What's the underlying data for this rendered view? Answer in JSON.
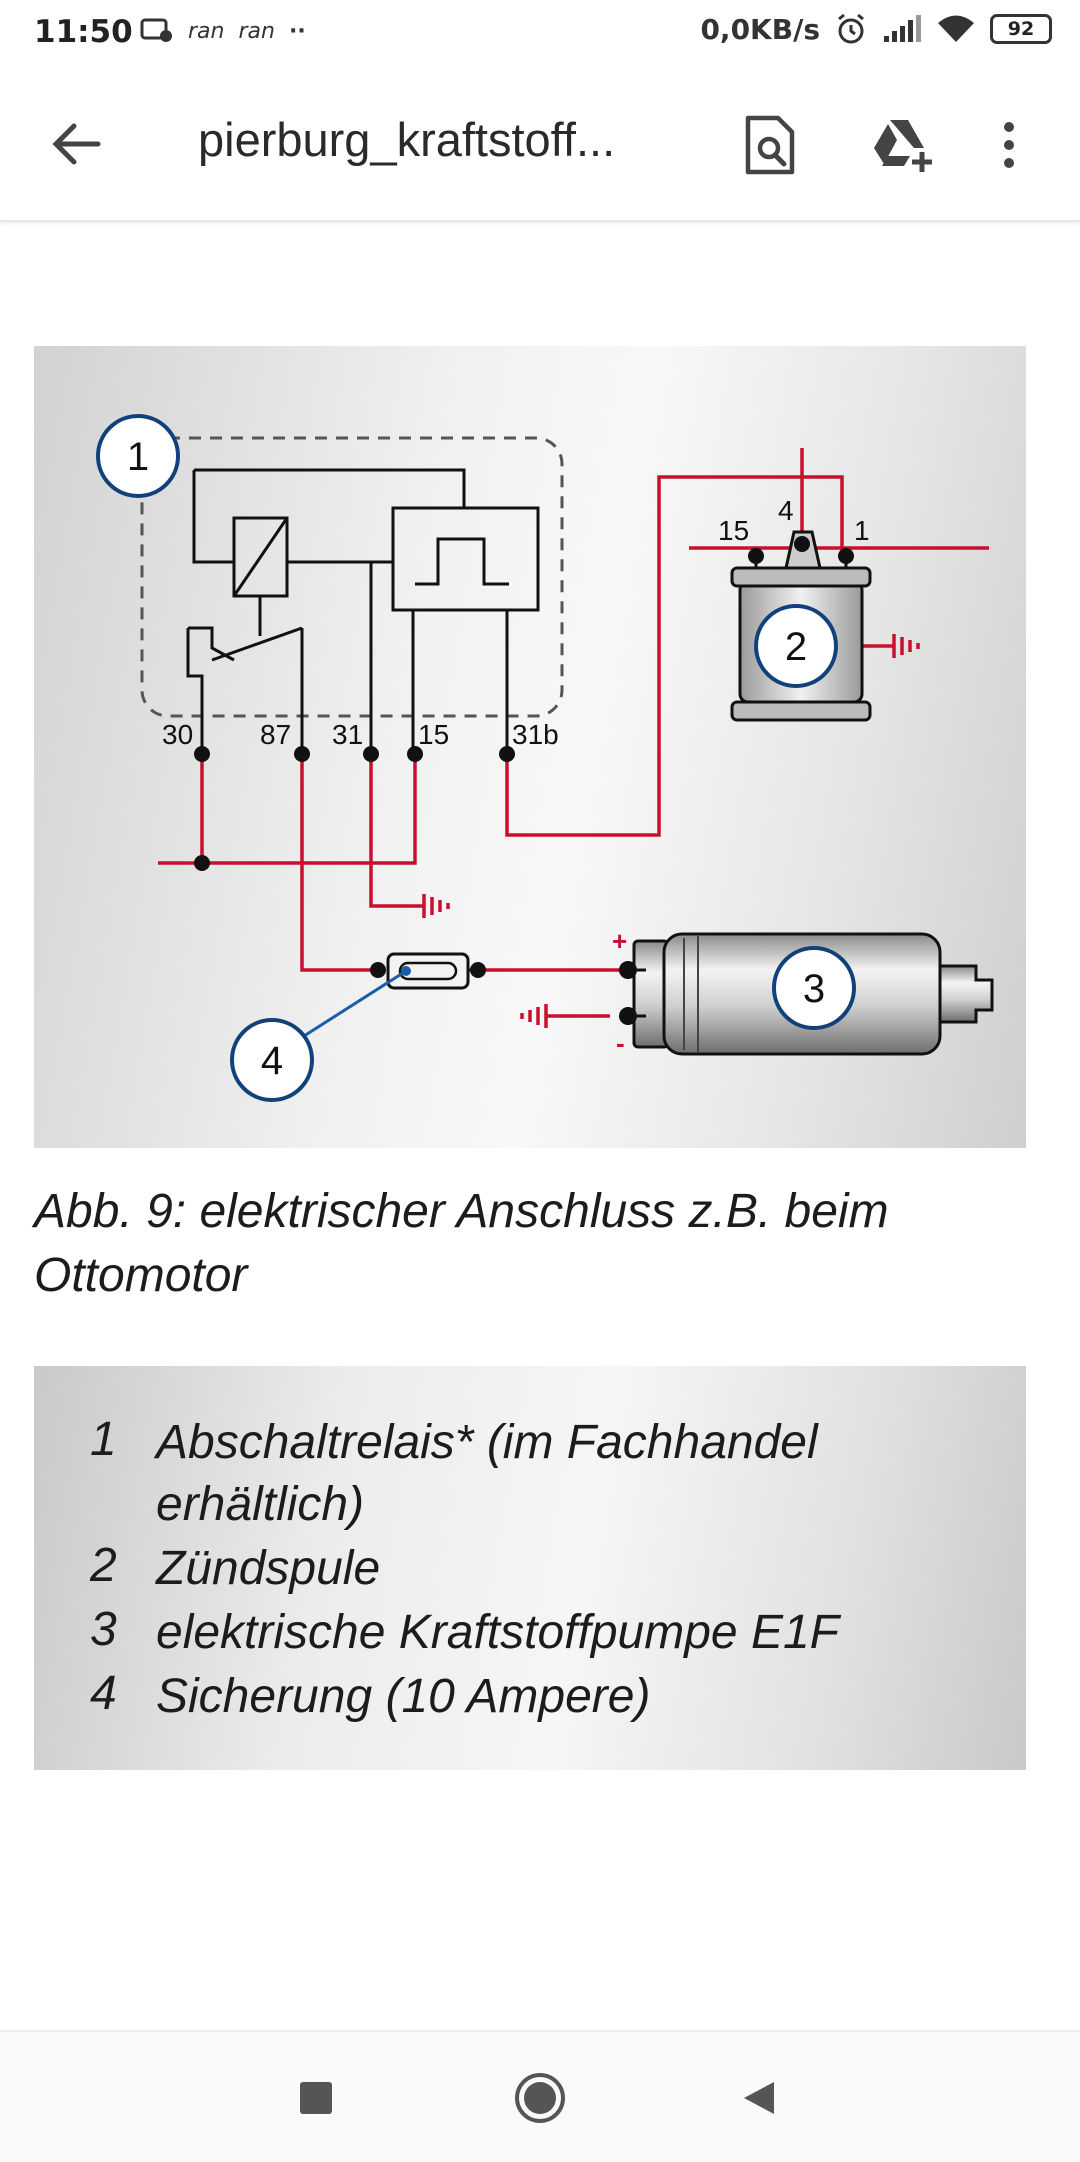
{
  "status_bar": {
    "time": "11:50",
    "notif_a": "ran",
    "notif_b": "ran",
    "dots": "··",
    "net_speed": "0,0KB/s",
    "battery": "92",
    "icons": [
      "message-icon",
      "alarm-icon",
      "signal-icon",
      "wifi-icon",
      "battery-icon"
    ]
  },
  "app_bar": {
    "title": "pierburg_kraftstoff...",
    "icons": [
      "back-arrow-icon",
      "search-in-document-icon",
      "drive-add-icon",
      "more-vert-icon"
    ]
  },
  "figure": {
    "callouts": [
      "1",
      "2",
      "3",
      "4"
    ],
    "relay_pins": [
      "30",
      "87",
      "31",
      "15",
      "31b"
    ],
    "coil_pins": [
      "15",
      "4",
      "1"
    ],
    "pump_terminals": [
      "+",
      "-"
    ],
    "wire_color": "#c8102e",
    "callout_color": "#10417a"
  },
  "caption": "Abb. 9: elektrischer Anschluss z.B. beim Ottomotor",
  "legend": [
    {
      "num": "1",
      "text": "Abschaltrelais* (im Fachhandel erhältlich)"
    },
    {
      "num": "2",
      "text": "Zündspule"
    },
    {
      "num": "3",
      "text": "elektrische Kraftstoffpumpe E1F"
    },
    {
      "num": "4",
      "text": "Sicherung (10 Ampere)"
    }
  ],
  "nav_bar": {
    "icons": [
      "recents-square-icon",
      "home-circle-icon",
      "back-triangle-icon"
    ]
  }
}
